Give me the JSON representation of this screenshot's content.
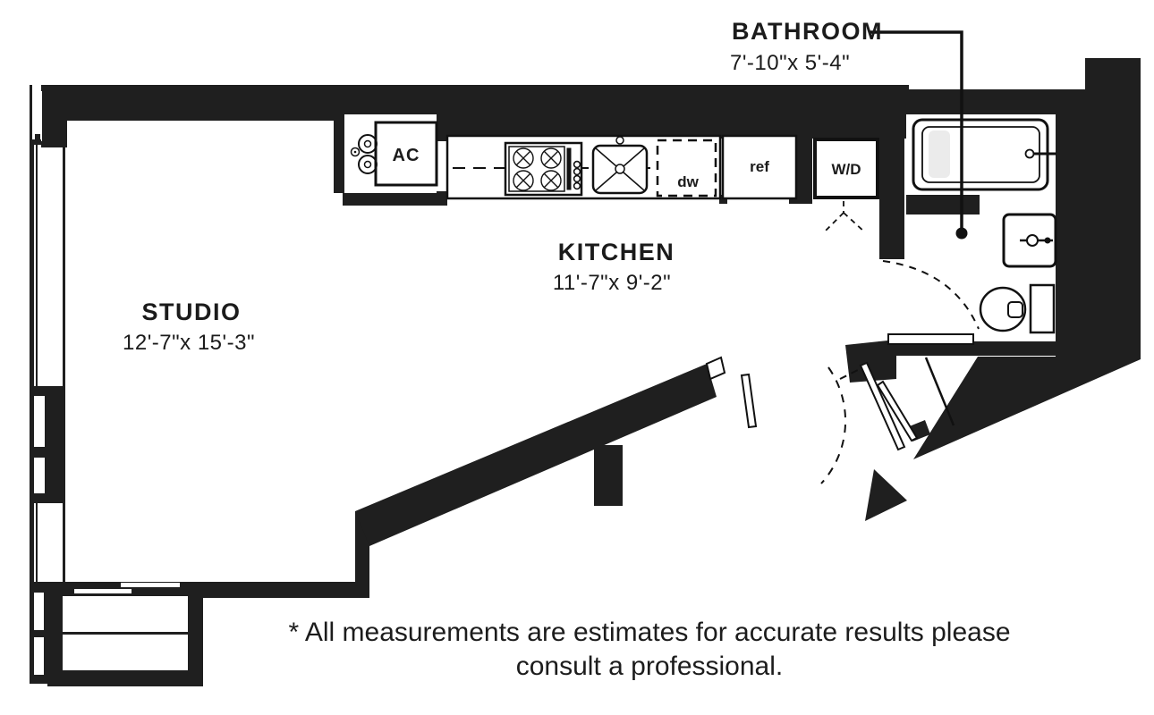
{
  "plan": {
    "rooms": {
      "studio": {
        "name": "STUDIO",
        "dims": "12'-7\"x 15'-3\""
      },
      "kitchen": {
        "name": "KITCHEN",
        "dims": "11'-7\"x 9'-2\""
      },
      "bathroom": {
        "name": "BATHROOM",
        "dims": "7'-10\"x 5'-4\""
      }
    },
    "appliances": {
      "ac": "AC",
      "dishwasher": "dw",
      "refrigerator": "ref",
      "washer_dryer": "W/D"
    },
    "disclaimer_line1": "* All measurements are estimates for accurate results please",
    "disclaimer_line2": "consult a professional.",
    "colors": {
      "wall": "#1f1f1f",
      "line": "#111111",
      "background": "#ffffff",
      "tub_inset": "#ebebeb"
    }
  }
}
